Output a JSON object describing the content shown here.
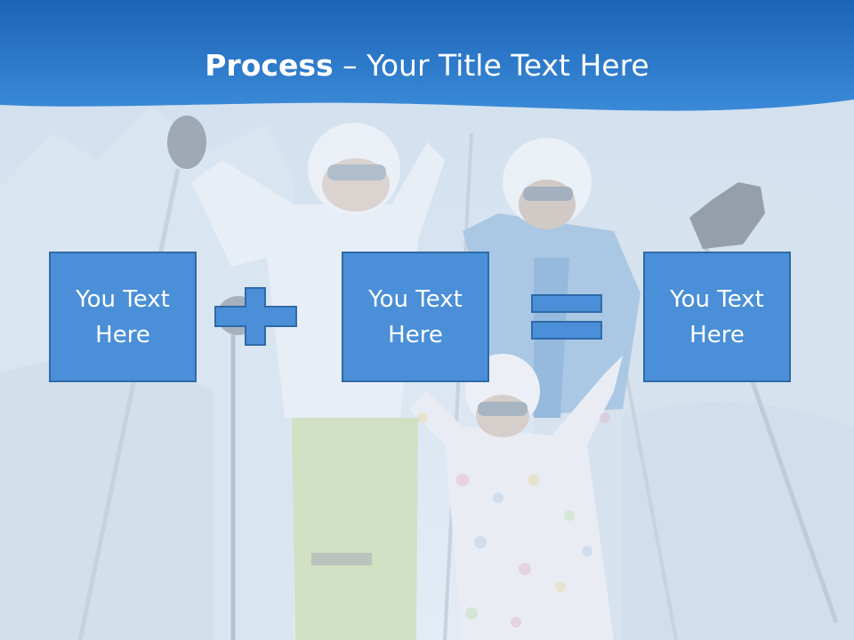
{
  "slide": {
    "title_bold": "Process",
    "title_rest": " – Your Title Text Here",
    "boxes": [
      {
        "text": "You Text Here"
      },
      {
        "text": "You Text Here"
      },
      {
        "text": "You Text Here"
      }
    ],
    "operators": [
      "plus-icon",
      "equals-icon"
    ],
    "colors": {
      "header": "#2a78cd",
      "box_fill": "#4a8fd7",
      "box_border": "#2f6aa8",
      "text": "#ffffff"
    }
  }
}
